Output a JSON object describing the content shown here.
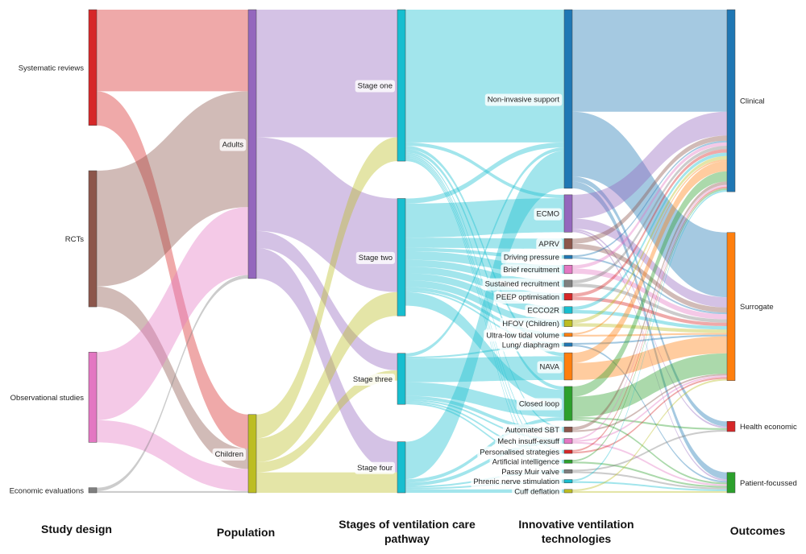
{
  "stage_labels": {
    "study_design": "Study design",
    "population": "Population",
    "stages": "Stages of ventilation care pathway",
    "technologies": "Innovative ventilation technologies",
    "outcomes": "Outcomes"
  },
  "colors": {
    "study": {
      "Systematic reviews": "#d62728",
      "RCTs": "#8c564b",
      "Observational studies": "#e377c2",
      "Economic evaluations": "#7f7f7f"
    },
    "population": {
      "Adults": "#9467bd",
      "Children": "#bcbd22"
    },
    "stage": "#17becf",
    "outcome": {
      "Clinical": "#1f77b4",
      "Surrogate": "#ff7f0e",
      "Health economic": "#d62728",
      "Patient-focussed": "#2ca02c"
    },
    "tech": {
      "Non-invasive support": "#1f77b4",
      "ECMO": "#9467bd",
      "APRV": "#8c564b",
      "Driving pressure": "#1f77b4",
      "Brief recruitment": "#e377c2",
      "Sustained recruitment": "#7f7f7f",
      "PEEP optimisation": "#d62728",
      "ECCO2R": "#17becf",
      "HFOV (Children)": "#bcbd22",
      "Ultra-low tidal volume": "#ff7f0e",
      "Lung/ diaphragm": "#1f77b4",
      "NAVA": "#ff7f0e",
      "Closed loop": "#2ca02c",
      "Automated SBT": "#8c564b",
      "Mech insuff-exsuff": "#e377c2",
      "Personalised strategies": "#d62728",
      "Artificial intelligence": "#2ca02c",
      "Passy Muir valve": "#7f7f7f",
      "Phrenic nerve stimulation": "#17becf",
      "Cuff deflation": "#bcbd22"
    }
  },
  "diagram": {
    "type": "sankey",
    "columns": [
      {
        "key": "study",
        "nodes": [
          "Systematic reviews",
          "RCTs",
          "Observational studies",
          "Economic evaluations"
        ]
      },
      {
        "key": "population",
        "nodes": [
          "Adults",
          "Children"
        ]
      },
      {
        "key": "stage",
        "nodes": [
          "Stage one",
          "Stage two",
          "Stage three",
          "Stage four"
        ]
      },
      {
        "key": "tech",
        "nodes": [
          "Non-invasive support",
          "ECMO",
          "APRV",
          "Driving pressure",
          "Brief recruitment",
          "Sustained recruitment",
          "PEEP optimisation",
          "ECCO2R",
          "HFOV (Children)",
          "Ultra-low tidal volume",
          "Lung/ diaphragm",
          "NAVA",
          "Closed loop",
          "Automated SBT",
          "Mech insuff-exsuff",
          "Personalised strategies",
          "Artificial intelligence",
          "Passy Muir valve",
          "Phrenic nerve stimulation",
          "Cuff deflation"
        ]
      },
      {
        "key": "outcome",
        "nodes": [
          "Clinical",
          "Surrogate",
          "Health economic",
          "Patient-focussed"
        ]
      }
    ],
    "links": [
      {
        "source": "Systematic reviews",
        "target": "Adults",
        "value": 48
      },
      {
        "source": "Systematic reviews",
        "target": "Children",
        "value": 20
      },
      {
        "source": "RCTs",
        "target": "Adults",
        "value": 68
      },
      {
        "source": "RCTs",
        "target": "Children",
        "value": 12
      },
      {
        "source": "Observational studies",
        "target": "Adults",
        "value": 40
      },
      {
        "source": "Observational studies",
        "target": "Children",
        "value": 13
      },
      {
        "source": "Economic evaluations",
        "target": "Adults",
        "value": 2
      },
      {
        "source": "Economic evaluations",
        "target": "Children",
        "value": 1
      },
      {
        "source": "Adults",
        "target": "Stage one",
        "value": 75
      },
      {
        "source": "Adults",
        "target": "Stage two",
        "value": 55
      },
      {
        "source": "Adults",
        "target": "Stage three",
        "value": 10
      },
      {
        "source": "Adults",
        "target": "Stage four",
        "value": 18
      },
      {
        "source": "Children",
        "target": "Stage one",
        "value": 14
      },
      {
        "source": "Children",
        "target": "Stage two",
        "value": 14
      },
      {
        "source": "Children",
        "target": "Stage three",
        "value": 6
      },
      {
        "source": "Children",
        "target": "Stage four",
        "value": 12
      },
      {
        "source": "Stage one",
        "target": "Non-invasive support",
        "value": 78
      },
      {
        "source": "Stage one",
        "target": "Closed loop",
        "value": 2
      },
      {
        "source": "Stage one",
        "target": "Automated SBT",
        "value": 1
      },
      {
        "source": "Stage one",
        "target": "ECMO",
        "value": 2
      },
      {
        "source": "Stage one",
        "target": "NAVA",
        "value": 2
      },
      {
        "source": "Stage one",
        "target": "Personalised strategies",
        "value": 1
      },
      {
        "source": "Stage one",
        "target": "Artificial intelligence",
        "value": 1
      },
      {
        "source": "Stage one",
        "target": "Passy Muir valve",
        "value": 1
      },
      {
        "source": "Stage one",
        "target": "Phrenic nerve stimulation",
        "value": 1
      },
      {
        "source": "Stage two",
        "target": "ECMO",
        "value": 20
      },
      {
        "source": "Stage two",
        "target": "APRV",
        "value": 6
      },
      {
        "source": "Stage two",
        "target": "Driving pressure",
        "value": 2
      },
      {
        "source": "Stage two",
        "target": "Brief recruitment",
        "value": 5
      },
      {
        "source": "Stage two",
        "target": "Sustained recruitment",
        "value": 4
      },
      {
        "source": "Stage two",
        "target": "PEEP optimisation",
        "value": 4
      },
      {
        "source": "Stage two",
        "target": "ECCO2R",
        "value": 4
      },
      {
        "source": "Stage two",
        "target": "HFOV (Children)",
        "value": 4
      },
      {
        "source": "Stage two",
        "target": "Ultra-low tidal volume",
        "value": 2
      },
      {
        "source": "Stage two",
        "target": "Closed loop",
        "value": 8
      },
      {
        "source": "Stage two",
        "target": "Non-invasive support",
        "value": 3
      },
      {
        "source": "Stage two",
        "target": "Lung/ diaphragm",
        "value": 1
      },
      {
        "source": "Stage three",
        "target": "NAVA",
        "value": 14
      },
      {
        "source": "Stage three",
        "target": "Closed loop",
        "value": 8
      },
      {
        "source": "Stage three",
        "target": "Non-invasive support",
        "value": 2
      },
      {
        "source": "Stage three",
        "target": "Automated SBT",
        "value": 2
      },
      {
        "source": "Stage three",
        "target": "Mech insuff-exsuff",
        "value": 1
      },
      {
        "source": "Stage three",
        "target": "Lung/ diaphragm",
        "value": 1
      },
      {
        "source": "Stage three",
        "target": "Personalised strategies",
        "value": 1
      },
      {
        "source": "Stage three",
        "target": "Artificial intelligence",
        "value": 1
      },
      {
        "source": "Stage four",
        "target": "Non-invasive support",
        "value": 22
      },
      {
        "source": "Stage four",
        "target": "Mech insuff-exsuff",
        "value": 2
      },
      {
        "source": "Stage four",
        "target": "Passy Muir valve",
        "value": 1
      },
      {
        "source": "Stage four",
        "target": "Phrenic nerve stimulation",
        "value": 1
      },
      {
        "source": "Stage four",
        "target": "Cuff deflation",
        "value": 2
      },
      {
        "source": "Stage four",
        "target": "Closed loop",
        "value": 2
      },
      {
        "source": "Non-invasive support",
        "target": "Clinical",
        "value": 60
      },
      {
        "source": "Non-invasive support",
        "target": "Surrogate",
        "value": 38
      },
      {
        "source": "Non-invasive support",
        "target": "Health economic",
        "value": 3
      },
      {
        "source": "Non-invasive support",
        "target": "Patient-focussed",
        "value": 4
      },
      {
        "source": "ECMO",
        "target": "Clinical",
        "value": 14
      },
      {
        "source": "ECMO",
        "target": "Surrogate",
        "value": 6
      },
      {
        "source": "ECMO",
        "target": "Health economic",
        "value": 1
      },
      {
        "source": "ECMO",
        "target": "Patient-focussed",
        "value": 1
      },
      {
        "source": "APRV",
        "target": "Clinical",
        "value": 3
      },
      {
        "source": "APRV",
        "target": "Surrogate",
        "value": 3
      },
      {
        "source": "Driving pressure",
        "target": "Clinical",
        "value": 1
      },
      {
        "source": "Driving pressure",
        "target": "Surrogate",
        "value": 1
      },
      {
        "source": "Brief recruitment",
        "target": "Clinical",
        "value": 2
      },
      {
        "source": "Brief recruitment",
        "target": "Surrogate",
        "value": 3
      },
      {
        "source": "Sustained recruitment",
        "target": "Clinical",
        "value": 2
      },
      {
        "source": "Sustained recruitment",
        "target": "Surrogate",
        "value": 2
      },
      {
        "source": "PEEP optimisation",
        "target": "Clinical",
        "value": 2
      },
      {
        "source": "PEEP optimisation",
        "target": "Surrogate",
        "value": 2
      },
      {
        "source": "ECCO2R",
        "target": "Clinical",
        "value": 2
      },
      {
        "source": "ECCO2R",
        "target": "Surrogate",
        "value": 2
      },
      {
        "source": "HFOV (Children)",
        "target": "Clinical",
        "value": 2
      },
      {
        "source": "HFOV (Children)",
        "target": "Surrogate",
        "value": 2
      },
      {
        "source": "Ultra-low tidal volume",
        "target": "Clinical",
        "value": 1
      },
      {
        "source": "Ultra-low tidal volume",
        "target": "Surrogate",
        "value": 1
      },
      {
        "source": "Lung/ diaphragm",
        "target": "Surrogate",
        "value": 1
      },
      {
        "source": "Lung/ diaphragm",
        "target": "Patient-focussed",
        "value": 1
      },
      {
        "source": "NAVA",
        "target": "Clinical",
        "value": 6
      },
      {
        "source": "NAVA",
        "target": "Surrogate",
        "value": 10
      },
      {
        "source": "Closed loop",
        "target": "Clinical",
        "value": 6
      },
      {
        "source": "Closed loop",
        "target": "Surrogate",
        "value": 12
      },
      {
        "source": "Closed loop",
        "target": "Health economic",
        "value": 1
      },
      {
        "source": "Closed loop",
        "target": "Patient-focussed",
        "value": 1
      },
      {
        "source": "Automated SBT",
        "target": "Clinical",
        "value": 2
      },
      {
        "source": "Automated SBT",
        "target": "Surrogate",
        "value": 1
      },
      {
        "source": "Mech insuff-exsuff",
        "target": "Clinical",
        "value": 1
      },
      {
        "source": "Mech insuff-exsuff",
        "target": "Surrogate",
        "value": 1
      },
      {
        "source": "Mech insuff-exsuff",
        "target": "Patient-focussed",
        "value": 1
      },
      {
        "source": "Personalised strategies",
        "target": "Clinical",
        "value": 1
      },
      {
        "source": "Personalised strategies",
        "target": "Surrogate",
        "value": 1
      },
      {
        "source": "Artificial intelligence",
        "target": "Clinical",
        "value": 1
      },
      {
        "source": "Artificial intelligence",
        "target": "Patient-focussed",
        "value": 1
      },
      {
        "source": "Passy Muir valve",
        "target": "Patient-focussed",
        "value": 1
      },
      {
        "source": "Passy Muir valve",
        "target": "Health economic",
        "value": 1
      },
      {
        "source": "Phrenic nerve stimulation",
        "target": "Clinical",
        "value": 1
      },
      {
        "source": "Phrenic nerve stimulation",
        "target": "Patient-focussed",
        "value": 1
      },
      {
        "source": "Cuff deflation",
        "target": "Patient-focussed",
        "value": 1
      },
      {
        "source": "Cuff deflation",
        "target": "Surrogate",
        "value": 1
      }
    ]
  }
}
